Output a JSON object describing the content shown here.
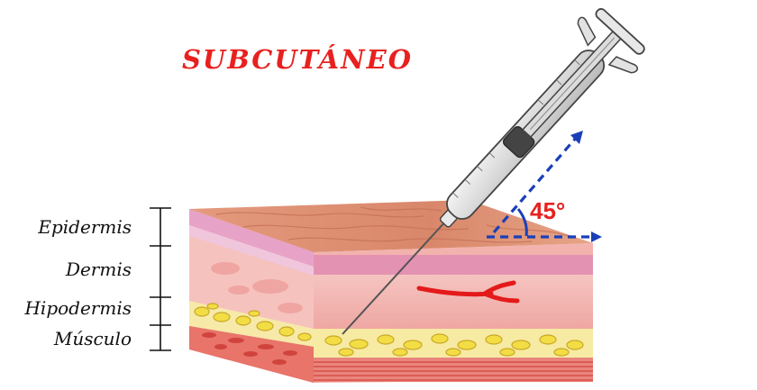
{
  "title": "SUBCUTÁNEO",
  "angle_label": "45°",
  "layers": [
    {
      "label": "Epidermis"
    },
    {
      "label": "Dermis"
    },
    {
      "label": "Hipodermis"
    },
    {
      "label": "Músculo"
    }
  ],
  "colors": {
    "title": "#e8201e",
    "angle_label": "#e8201e",
    "angle_arrows": "#1a3fb8",
    "vessel": "#e41a1a",
    "skin_top": "#d98a6c",
    "dermis": "#f3b5b2",
    "fat": "#f0e06a",
    "muscle": "#e2564c"
  }
}
